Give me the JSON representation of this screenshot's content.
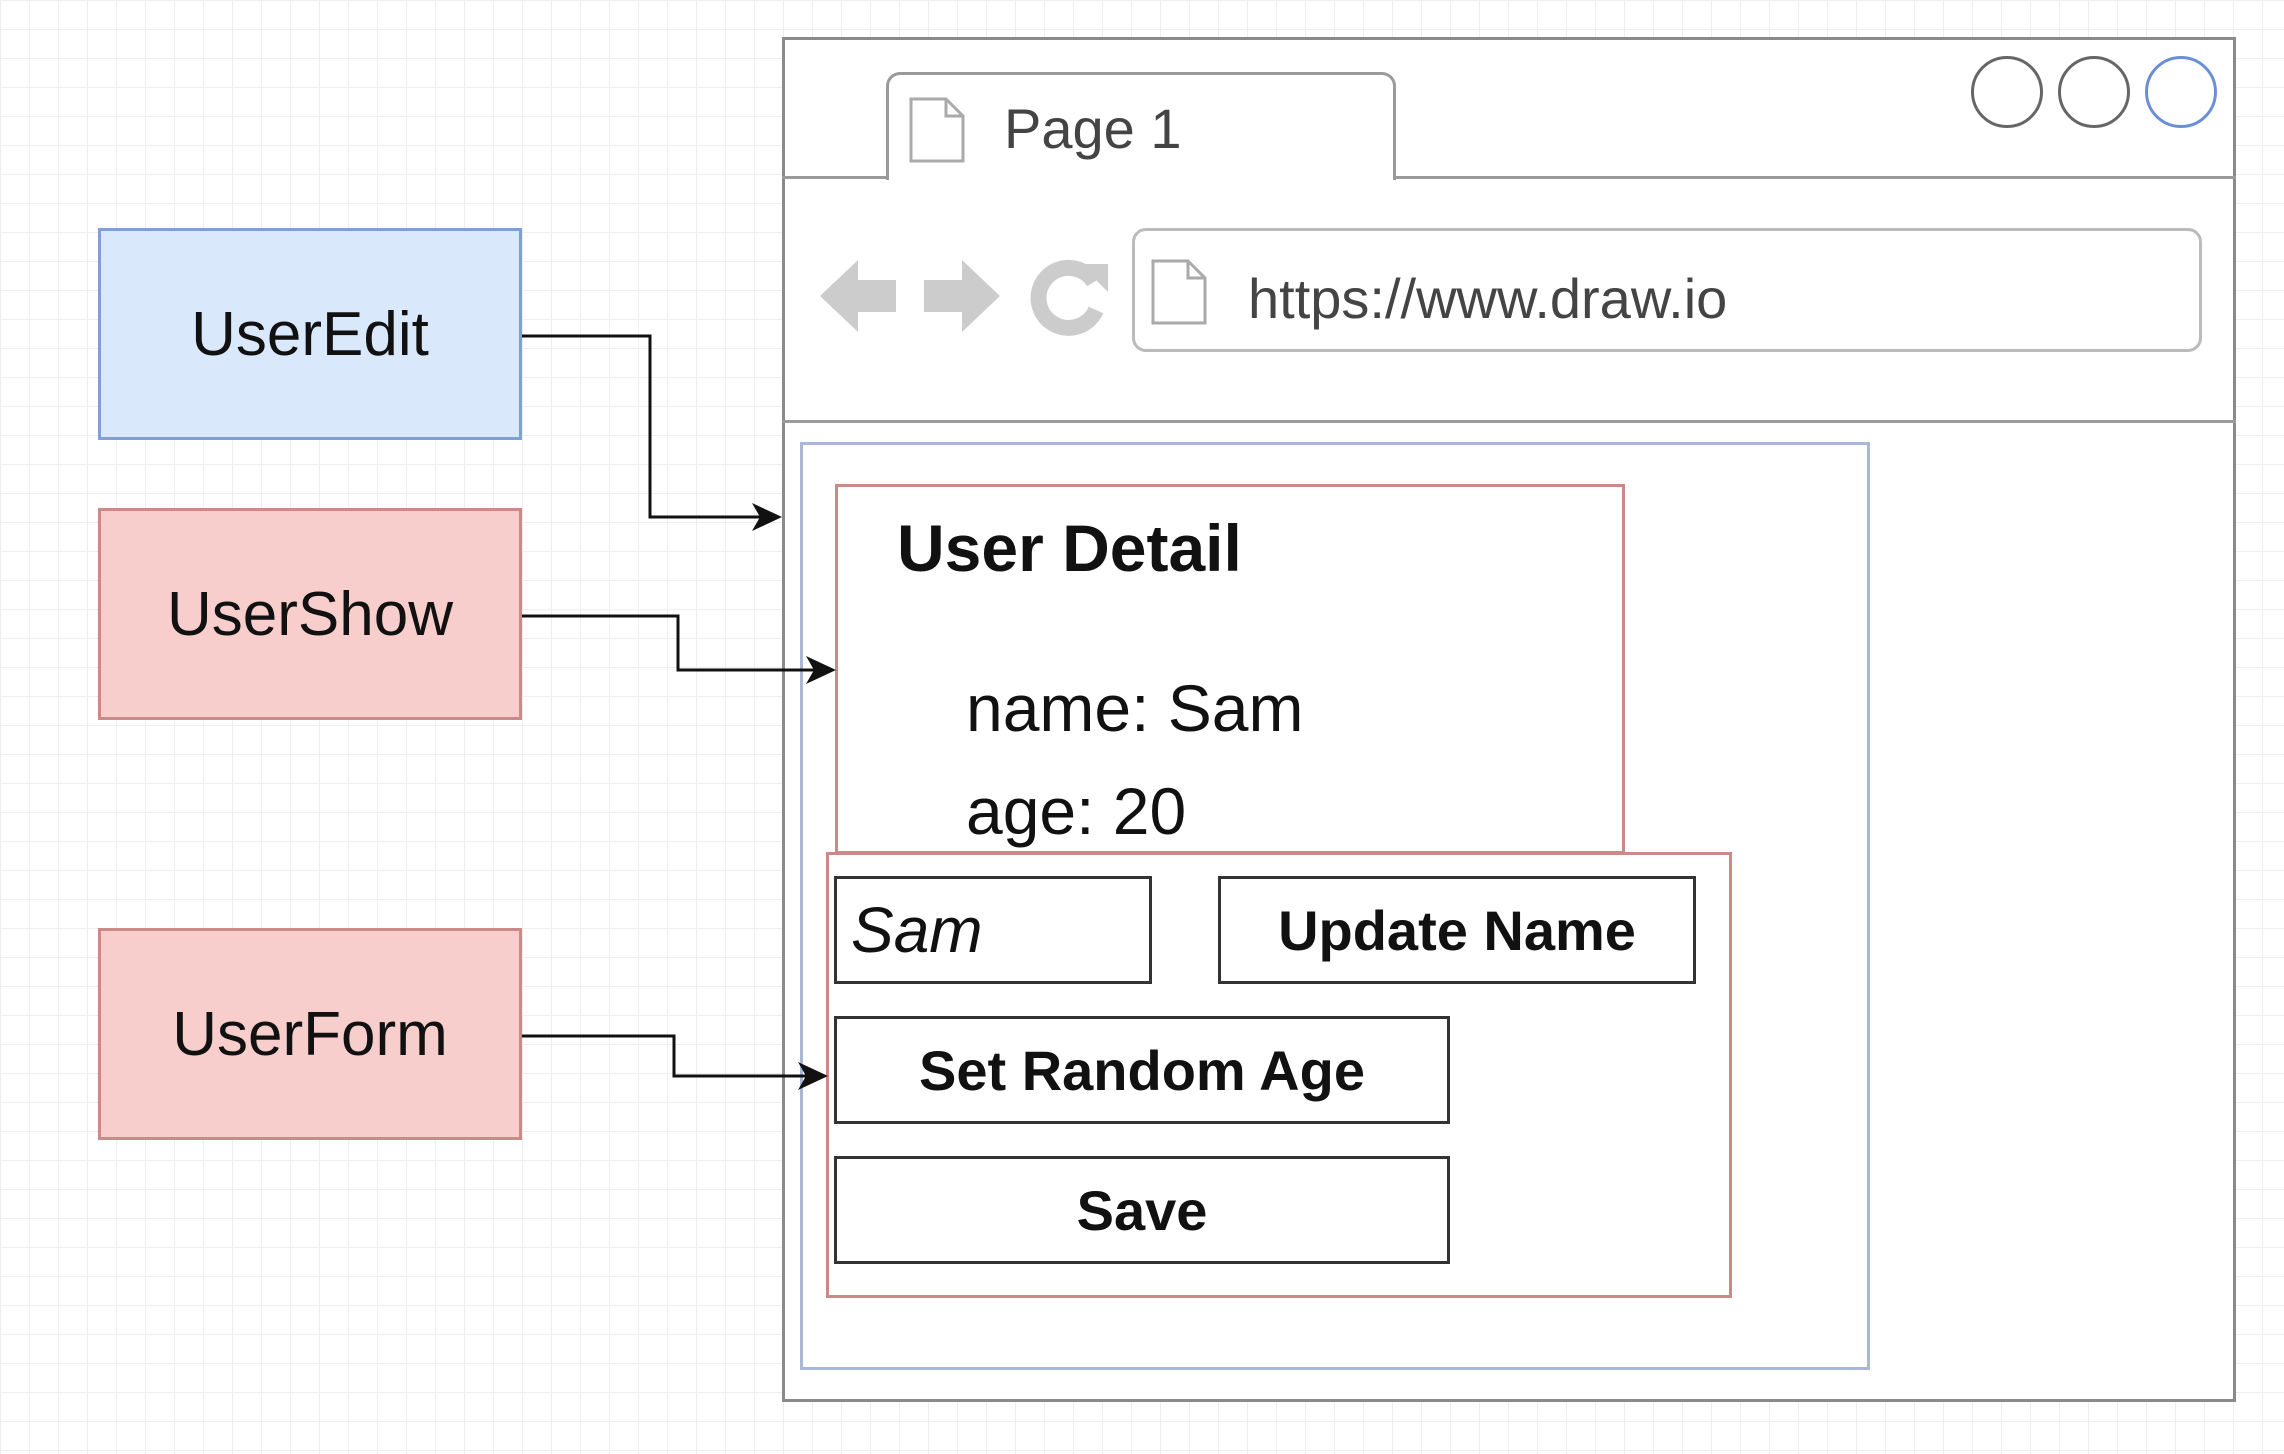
{
  "components": {
    "user_edit": "UserEdit",
    "user_show": "UserShow",
    "user_form": "UserForm"
  },
  "browser": {
    "tab_label": "Page 1",
    "url": "https://www.draw.io"
  },
  "user_detail": {
    "title": "User Detail",
    "name_line": "name: Sam",
    "age_line": "age: 20"
  },
  "user_form": {
    "name_input_value": "Sam",
    "update_name_label": "Update Name",
    "random_age_label": "Set Random Age",
    "save_label": "Save"
  },
  "colors": {
    "blue_fill": "#dae8fc",
    "red_fill": "#f8cecc",
    "grid": "#eeeeee"
  }
}
